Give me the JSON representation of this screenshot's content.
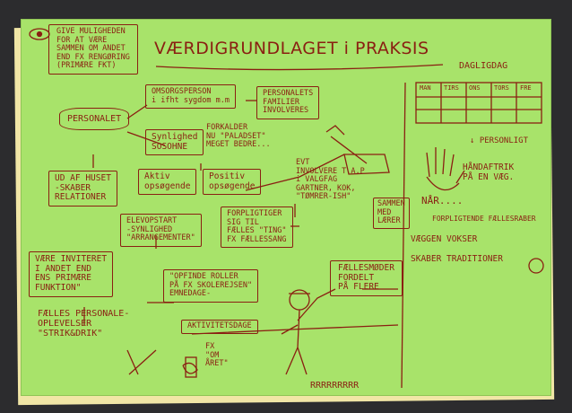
{
  "title": "VÆRDIGRUNDLAGET i PRAKSIS",
  "notes": {
    "top_left": "GIVE MULIGHEDEN\nFOR AT VÆRE\nSAMMEN OM ANDET\nEND FX RENGØRING\n(PRIMÆRE FKT)",
    "personalet": "PERSONALET",
    "omsorg": "OMSORGSPERSON\ni ifht sygdom m.m",
    "fam": "PERSONALETS\nFAMILIER\nINVOLVERES",
    "synlig": "Synlighed\nSOSOHNE",
    "forkalder": "FORKALDER\nNU \"PALADSET\"\nMEGET BEDRE...",
    "uddaf": "UD AF HUSET\n-SKABER\nRELATIONER",
    "aktiv": "Aktiv\nopsøgende",
    "positiv": "Positiv\nopsøgende",
    "evt": "EVT\nINVOLVERE T.A.P\ni VALGFAG\nGARTNER, KOK,\n\"TØMRER-ISH\"",
    "sammen": "SAMMEN\nMED\nLÆRER",
    "elev": "ELEVOPSTART\n-SYNLIGHED\n\"ARRANGEMENTER\"",
    "forpligt": "FORPLIGTIGER\nSIG TIL\nFÆLLES \"TING\"\nFX FÆLLESSANG",
    "inviteret": "VÆRE INVITERET\nI ANDET END\nENS PRIMÆRE\nFUNKTION\"",
    "opfinde": "\"OPFINDE ROLLER\nPÅ FX SKOLEREJSEN\"\nEMNEDAGE-",
    "aktivdage": "AKTIVITETSDAGE",
    "faelles": "FÆLLES PERSONALE-\nOPLEVELSER\n\"STRIK&DRIK\"",
    "fx": "FX\n\"OM\nÅRET\"",
    "faellesmoeder": "FÆLLESMØDER\nFORDELT\nPÅ FLERE",
    "rrr": "RRRRRRRRR",
    "dagligdag": "DAGLIGDAG",
    "days": [
      "MAN",
      "TIRS",
      "ONS",
      "TORS",
      "FRE"
    ],
    "personligt": "↓ PERSONLIGT",
    "haand": "HÅNDAFTRIK\nPÅ EN VÆG.",
    "naar": "NÅR....",
    "forpligtende": "FORPLIGTENDE FÆLLESRABER",
    "vaeggen": "VÆGGEN VOKSER",
    "skaber": "SKABER TRADITIONER"
  },
  "colors": {
    "paper": "#a8e36a",
    "ink": "#8a1f12",
    "backdrop": "#2c2c2e"
  }
}
